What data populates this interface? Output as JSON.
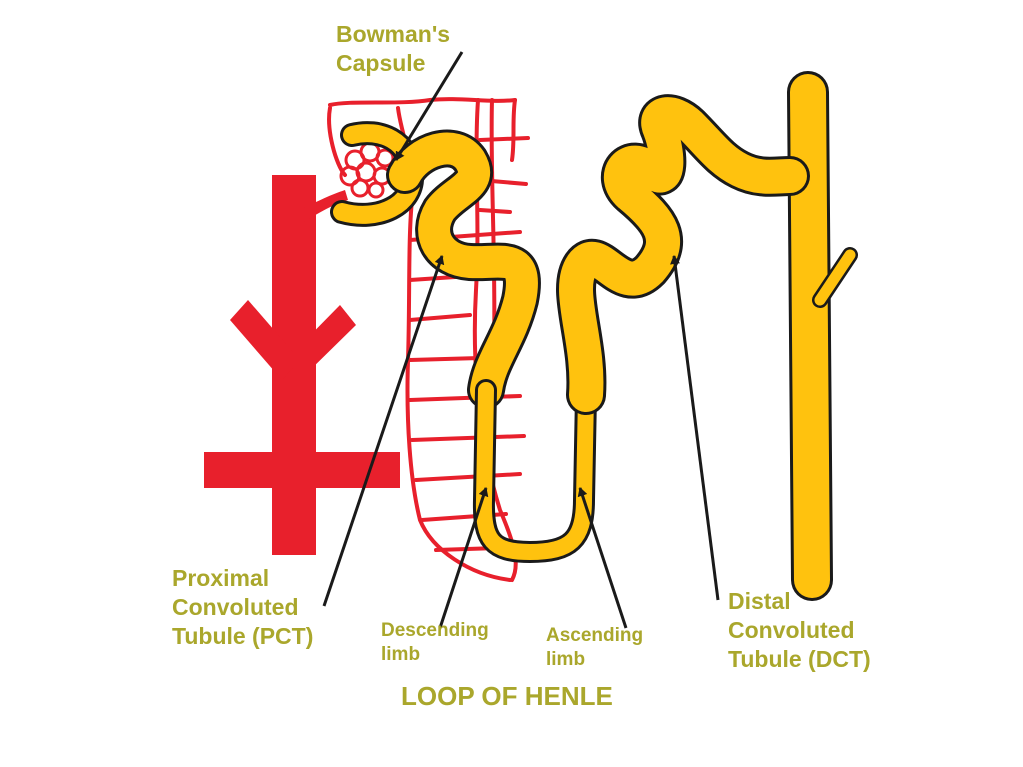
{
  "colors": {
    "label": "#aaa72c",
    "vessel": "#e8202c",
    "tubule": "#ffc20e",
    "outline": "#1a1a1a"
  },
  "labels": {
    "bowmans_capsule": "Bowman's\nCapsule",
    "pct": "Proximal\nConvoluted\nTubule (PCT)",
    "descending_limb": "Descending\nlimb",
    "ascending_limb": "Ascending\nlimb",
    "dct": "Distal\nConvoluted\nTubule (DCT)",
    "loop_of_henle": "LOOP OF HENLE"
  }
}
